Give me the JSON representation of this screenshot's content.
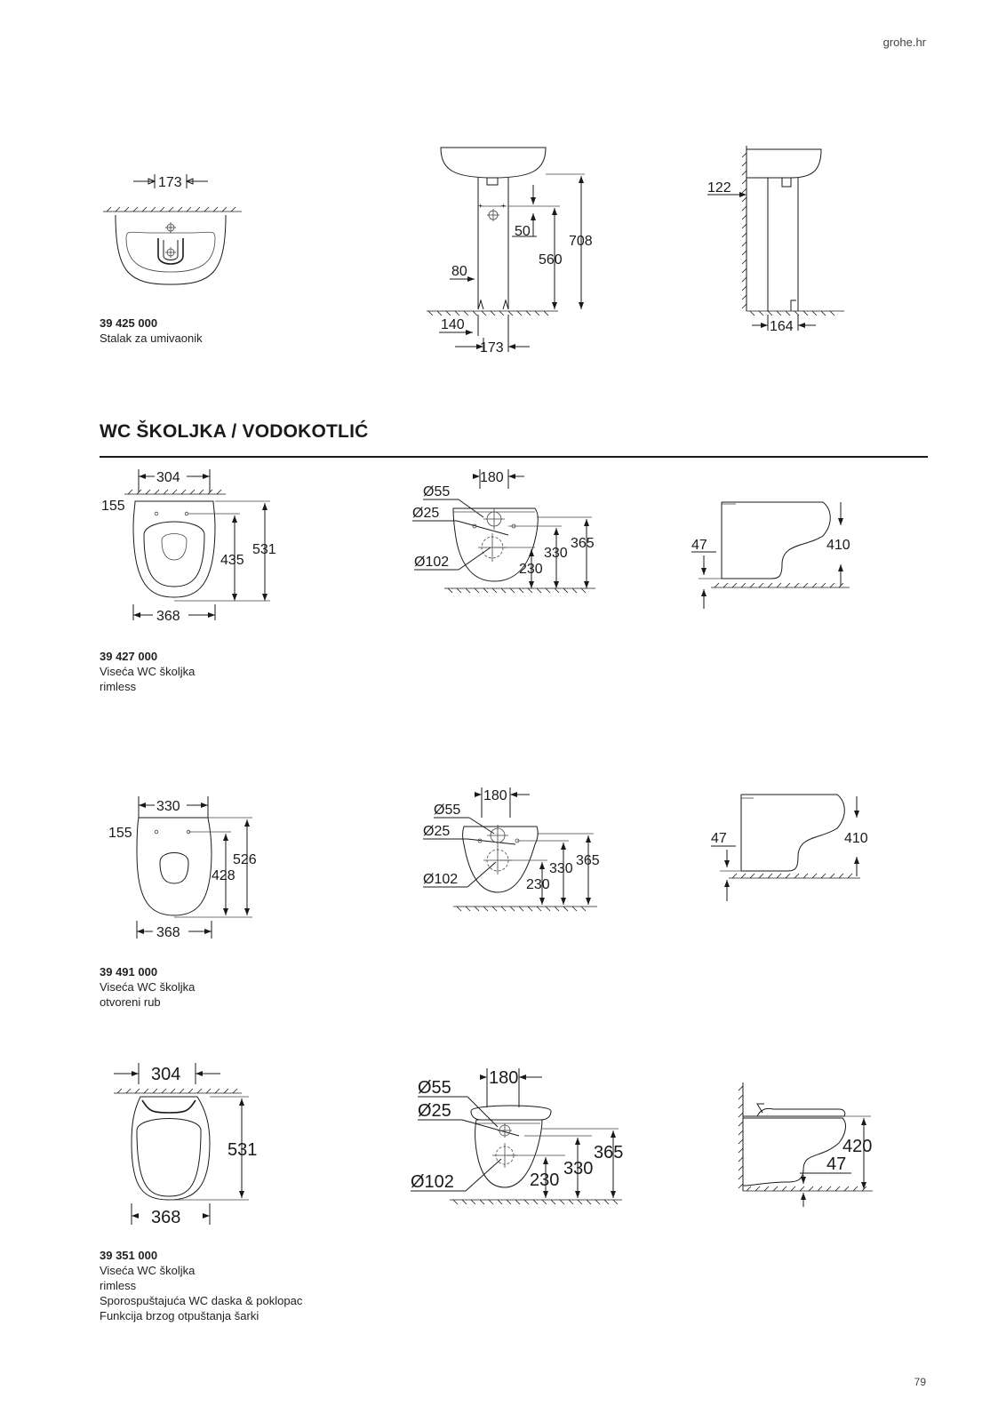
{
  "header": {
    "site": "grohe.hr"
  },
  "footer": {
    "page_number": "79"
  },
  "section": {
    "title": "WC ŠKOLJKA / VODOKOTLIĆ"
  },
  "products": [
    {
      "code": "39 425 000",
      "lines": [
        "Stalak za umivaonik"
      ],
      "dims": {
        "top": "173",
        "front_w": "80",
        "front_h1": "50",
        "front_h2": "560",
        "front_h3": "708",
        "front_base": "140",
        "front_bottom": "173",
        "side_top": "122",
        "side_bottom": "164"
      }
    },
    {
      "code": "39 427 000",
      "lines": [
        "Viseća WC školjka",
        "rimless"
      ],
      "dims": {
        "top_w": "304",
        "side_off": "155",
        "inner_h": "435",
        "total_h": "531",
        "bottom_w": "368",
        "d55": "Ø55",
        "w180": "180",
        "d25": "Ø25",
        "d102": "Ø102",
        "h230": "230",
        "h330": "330",
        "h365": "365",
        "h47": "47",
        "h410": "410"
      }
    },
    {
      "code": "39 491 000",
      "lines": [
        "Viseća WC školjka",
        "otvoreni rub"
      ],
      "dims": {
        "top_w": "330",
        "side_off": "155",
        "inner_h": "428",
        "total_h": "526",
        "bottom_w": "368",
        "d55": "Ø55",
        "w180": "180",
        "d25": "Ø25",
        "d102": "Ø102",
        "h230": "230",
        "h330": "330",
        "h365": "365",
        "h47": "47",
        "h410": "410"
      }
    },
    {
      "code": "39 351 000",
      "lines": [
        "Viseća WC školjka",
        "rimless",
        "Sporospuštajuća WC daska & poklopac",
        "Funkcija brzog otpuštanja šarki"
      ],
      "dims": {
        "top_w": "304",
        "total_h": "531",
        "bottom_w": "368",
        "d55": "Ø55",
        "w180": "180",
        "d25": "Ø25",
        "d102": "Ø102",
        "h230": "230",
        "h330": "330",
        "h365": "365",
        "h420": "420",
        "h47": "47"
      }
    }
  ]
}
